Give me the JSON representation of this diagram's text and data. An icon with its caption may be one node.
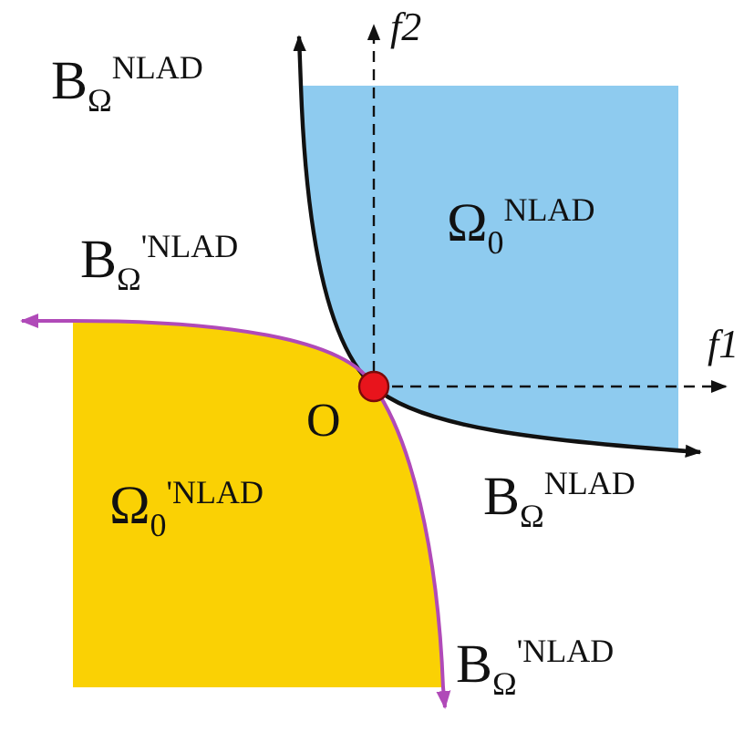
{
  "diagram": {
    "nodes": [
      {
        "text": [
          "Ω$_{0}$$^{NLAD}$"
        ]
      },
      {
        "text": [
          "Ω$_{0}$$^{'NLAD}$"
        ]
      }
    ],
    "labels": [
      "f2",
      "B$_{Ω}$$^{NLAD}$",
      "B$_{Ω}$$^{'NLAD}$",
      "f1",
      "O",
      "B$_{Ω}$$^{NLAD}$",
      "B$_{Ω}$$^{'NLAD}$"
    ]
  }
}
